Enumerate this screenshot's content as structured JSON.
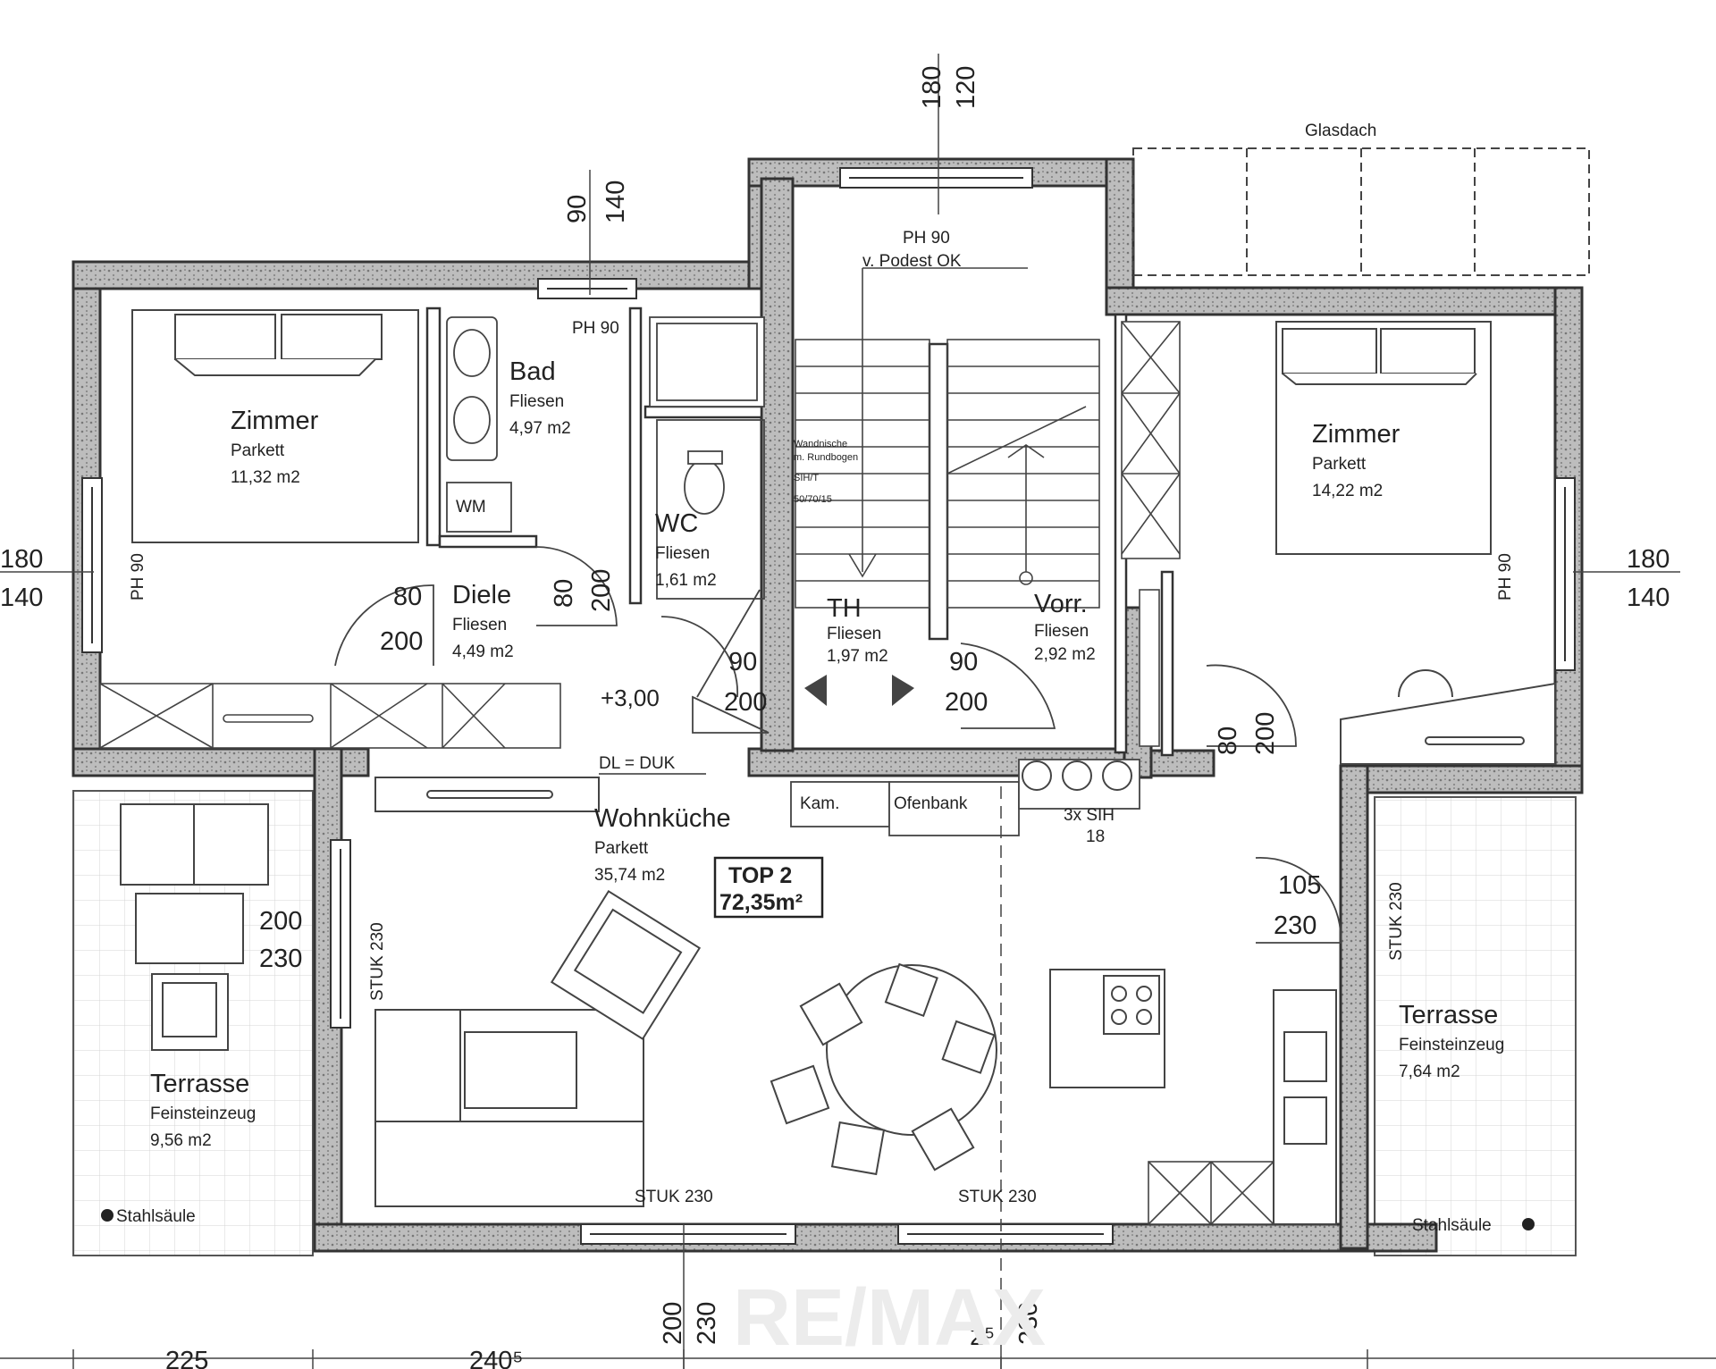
{
  "plan": {
    "unit_label": "TOP 2",
    "unit_area": "72,35m²",
    "glasdach": "Glasdach",
    "stair_note_1": "PH 90",
    "stair_note_2": "v. Podest OK",
    "stair_wall_note_1": "Wandnische",
    "stair_wall_note_2": "m. Rundbogen",
    "stair_wall_note_3": "SIH/T",
    "stair_wall_note_4": "50/70/15",
    "level": "+3,00",
    "dl": "DL = DUK",
    "wm": "WM",
    "kam": "Kam.",
    "ofenbank": "Ofenbank",
    "sih": "3x SIH",
    "sih_num": "18",
    "watermark": "RE/MAX"
  },
  "rooms": {
    "zimmer_left": {
      "name": "Zimmer",
      "floor": "Parkett",
      "area": "11,32 m2"
    },
    "bad": {
      "name": "Bad",
      "floor": "Fliesen",
      "area": "4,97 m2"
    },
    "wc": {
      "name": "WC",
      "floor": "Fliesen",
      "area": "1,61 m2"
    },
    "diele": {
      "name": "Diele",
      "floor": "Fliesen",
      "area": "4,49 m2"
    },
    "th": {
      "name": "TH",
      "floor": "Fliesen",
      "area": "1,97 m2"
    },
    "vorr": {
      "name": "Vorr.",
      "floor": "Fliesen",
      "area": "2,92 m2"
    },
    "zimmer_right": {
      "name": "Zimmer",
      "floor": "Parkett",
      "area": "14,22 m2"
    },
    "wohnkueche": {
      "name": "Wohnküche",
      "floor": "Parkett",
      "area": "35,74 m2"
    },
    "terrasse_left": {
      "name": "Terrasse",
      "floor": "Feinsteinzeug",
      "area": "9,56 m2"
    },
    "terrasse_right": {
      "name": "Terrasse",
      "floor": "Feinsteinzeug",
      "area": "7,64 m2"
    }
  },
  "labels": {
    "ph90": "PH 90",
    "stuk230": "STUK 230",
    "stahlsaeule": "Stahlsäule"
  },
  "dims": {
    "d180": "180",
    "d120": "120",
    "d90": "90",
    "d140": "140",
    "d80": "80",
    "d200": "200",
    "d230": "230",
    "d105": "105",
    "d225": "225",
    "d2405": "240⁵",
    "d2": "2⁵"
  }
}
